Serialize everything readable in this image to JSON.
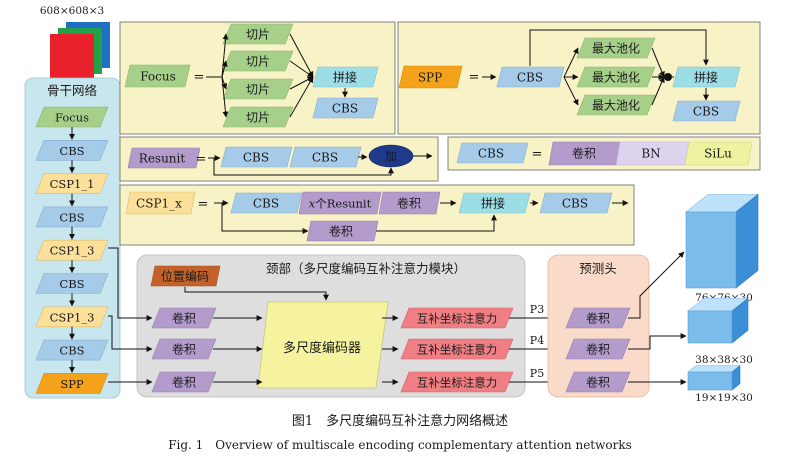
{
  "input_dim": "608×608×3",
  "backbone": {
    "title": "骨干网络",
    "items": [
      "Focus",
      "CBS",
      "CSP1_1",
      "CBS",
      "CSP1_3",
      "CBS",
      "CSP1_3",
      "CBS",
      "SPP"
    ]
  },
  "focus_module": {
    "name": "Focus",
    "eq": "=",
    "slices": [
      "切片",
      "切片",
      "切片",
      "切片"
    ],
    "concat": "拼接",
    "cbs": "CBS"
  },
  "spp_module": {
    "name": "SPP",
    "eq": "=",
    "cbs_in": "CBS",
    "pools": [
      "最大池化",
      "最大池化",
      "最大池化"
    ],
    "concat": "拼接",
    "cbs_out": "CBS"
  },
  "resunit_module": {
    "name": "Resunit",
    "eq": "=",
    "cbs1": "CBS",
    "cbs2": "CBS",
    "add": "加"
  },
  "cbs_module": {
    "name": "CBS",
    "eq": "=",
    "conv": "卷积",
    "bn": "BN",
    "act": "SiLu"
  },
  "csp_module": {
    "name": "CSP1_x",
    "eq": "=",
    "cbs_in": "CBS",
    "resunit_italic": "x",
    "resunit": "个Resunit",
    "conv_main": "卷积",
    "conv_branch": "卷积",
    "concat": "拼接",
    "cbs_out": "CBS"
  },
  "neck": {
    "title": "颈部（多尺度编码互补注意力模块）",
    "pos_encoding": "位置编码",
    "convs": [
      "卷积",
      "卷积",
      "卷积"
    ],
    "encoder": "多尺度编码器",
    "attentions": [
      "互补坐标注意力",
      "互补坐标注意力",
      "互补坐标注意力"
    ],
    "p_labels": [
      "P3",
      "P4",
      "P5"
    ]
  },
  "head": {
    "title": "预测头",
    "convs": [
      "卷积",
      "卷积",
      "卷积"
    ]
  },
  "outputs": [
    "76×76×30",
    "38×38×30",
    "19×19×30"
  ],
  "caption": {
    "zh": "图1　多尺度编码互补注意力网络概述",
    "en": "Fig. 1　Overview of multiscale encoding complementary attention networks"
  },
  "colors": {
    "module_bg": "#f8f3c6",
    "backbone_bg": "#c8e6ee",
    "neck_bg": "#dedede",
    "head_bg": "#fadbc9",
    "green": "#a6d08a",
    "blue": "#a6cbe8",
    "yellow": "#fbe09a",
    "orange": "#f5a21b",
    "purple": "#b39bcc",
    "cyan": "#9ddde5",
    "red": "#ef7f84",
    "brown": "#c5622a",
    "navy": "#1f3a8a",
    "lilac": "#ddd3ee",
    "lime": "#eef3a0",
    "encoder": "#f5f3a0"
  }
}
